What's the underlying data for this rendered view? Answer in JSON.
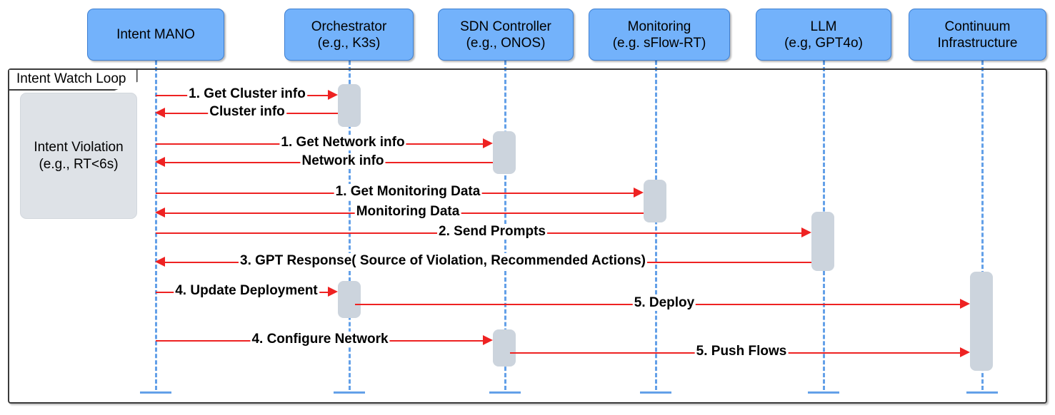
{
  "diagram": {
    "type": "uml-sequence-diagram",
    "title": "Intent Watch Loop",
    "colors": {
      "participant_fill": "#73b2fb",
      "participant_border": "#3f7fd0",
      "lifeline": "#63a0e8",
      "activation_fill": "#ccd4dd",
      "message_arrow": "#ee2222",
      "note_fill": "#dee2e7",
      "frame_border": "#3b3b3b",
      "text": "#000000",
      "background": "#ffffff"
    }
  },
  "participants": [
    {
      "id": "intent-mano",
      "name": "Intent MANO",
      "line1": "Intent MANO",
      "line2": ""
    },
    {
      "id": "orchestrator",
      "name": "Orchestrator",
      "line1": "Orchestrator",
      "line2": "(e.g., K3s)"
    },
    {
      "id": "sdn",
      "name": "SDN Controller",
      "line1": "SDN Controller",
      "line2": "(e.g., ONOS)"
    },
    {
      "id": "monitoring",
      "name": "Monitoring",
      "line1": "Monitoring",
      "line2": "(e.g. sFlow-RT)"
    },
    {
      "id": "llm",
      "name": "LLM",
      "line1": "LLM",
      "line2": "(e.g, GPT4o)"
    },
    {
      "id": "continuum",
      "name": "Continuum Infrastructure",
      "line1": "Continuum",
      "line2": "Infrastructure"
    }
  ],
  "frame": {
    "label": "Intent Watch Loop"
  },
  "note": {
    "line1": "Intent Violation",
    "line2": "(e.g., RT<6s)"
  },
  "messages": [
    {
      "seq": 1,
      "label": "1. Get Cluster info",
      "from": "intent-mano",
      "to": "orchestrator",
      "direction": "right",
      "kind": "call"
    },
    {
      "seq": 2,
      "label": "Cluster info",
      "from": "orchestrator",
      "to": "intent-mano",
      "direction": "left",
      "kind": "return"
    },
    {
      "seq": 3,
      "label": "1. Get Network info",
      "from": "intent-mano",
      "to": "sdn",
      "direction": "right",
      "kind": "call"
    },
    {
      "seq": 4,
      "label": "Network info",
      "from": "sdn",
      "to": "intent-mano",
      "direction": "left",
      "kind": "return"
    },
    {
      "seq": 5,
      "label": "1. Get Monitoring Data",
      "from": "intent-mano",
      "to": "monitoring",
      "direction": "right",
      "kind": "call"
    },
    {
      "seq": 6,
      "label": "Monitoring Data",
      "from": "monitoring",
      "to": "intent-mano",
      "direction": "left",
      "kind": "return"
    },
    {
      "seq": 7,
      "label": "2. Send Prompts",
      "from": "intent-mano",
      "to": "llm",
      "direction": "right",
      "kind": "call"
    },
    {
      "seq": 8,
      "label": "3. GPT Response( Source of Violation, Recommended Actions)",
      "from": "llm",
      "to": "intent-mano",
      "direction": "left",
      "kind": "return"
    },
    {
      "seq": 9,
      "label": "4. Update Deployment",
      "from": "intent-mano",
      "to": "orchestrator",
      "direction": "right",
      "kind": "call"
    },
    {
      "seq": 10,
      "label": "5. Deploy",
      "from": "orchestrator",
      "to": "continuum",
      "direction": "right",
      "kind": "call"
    },
    {
      "seq": 11,
      "label": "4. Configure Network",
      "from": "intent-mano",
      "to": "sdn",
      "direction": "right",
      "kind": "call"
    },
    {
      "seq": 12,
      "label": "5. Push Flows",
      "from": "sdn",
      "to": "continuum",
      "direction": "right",
      "kind": "call"
    }
  ]
}
